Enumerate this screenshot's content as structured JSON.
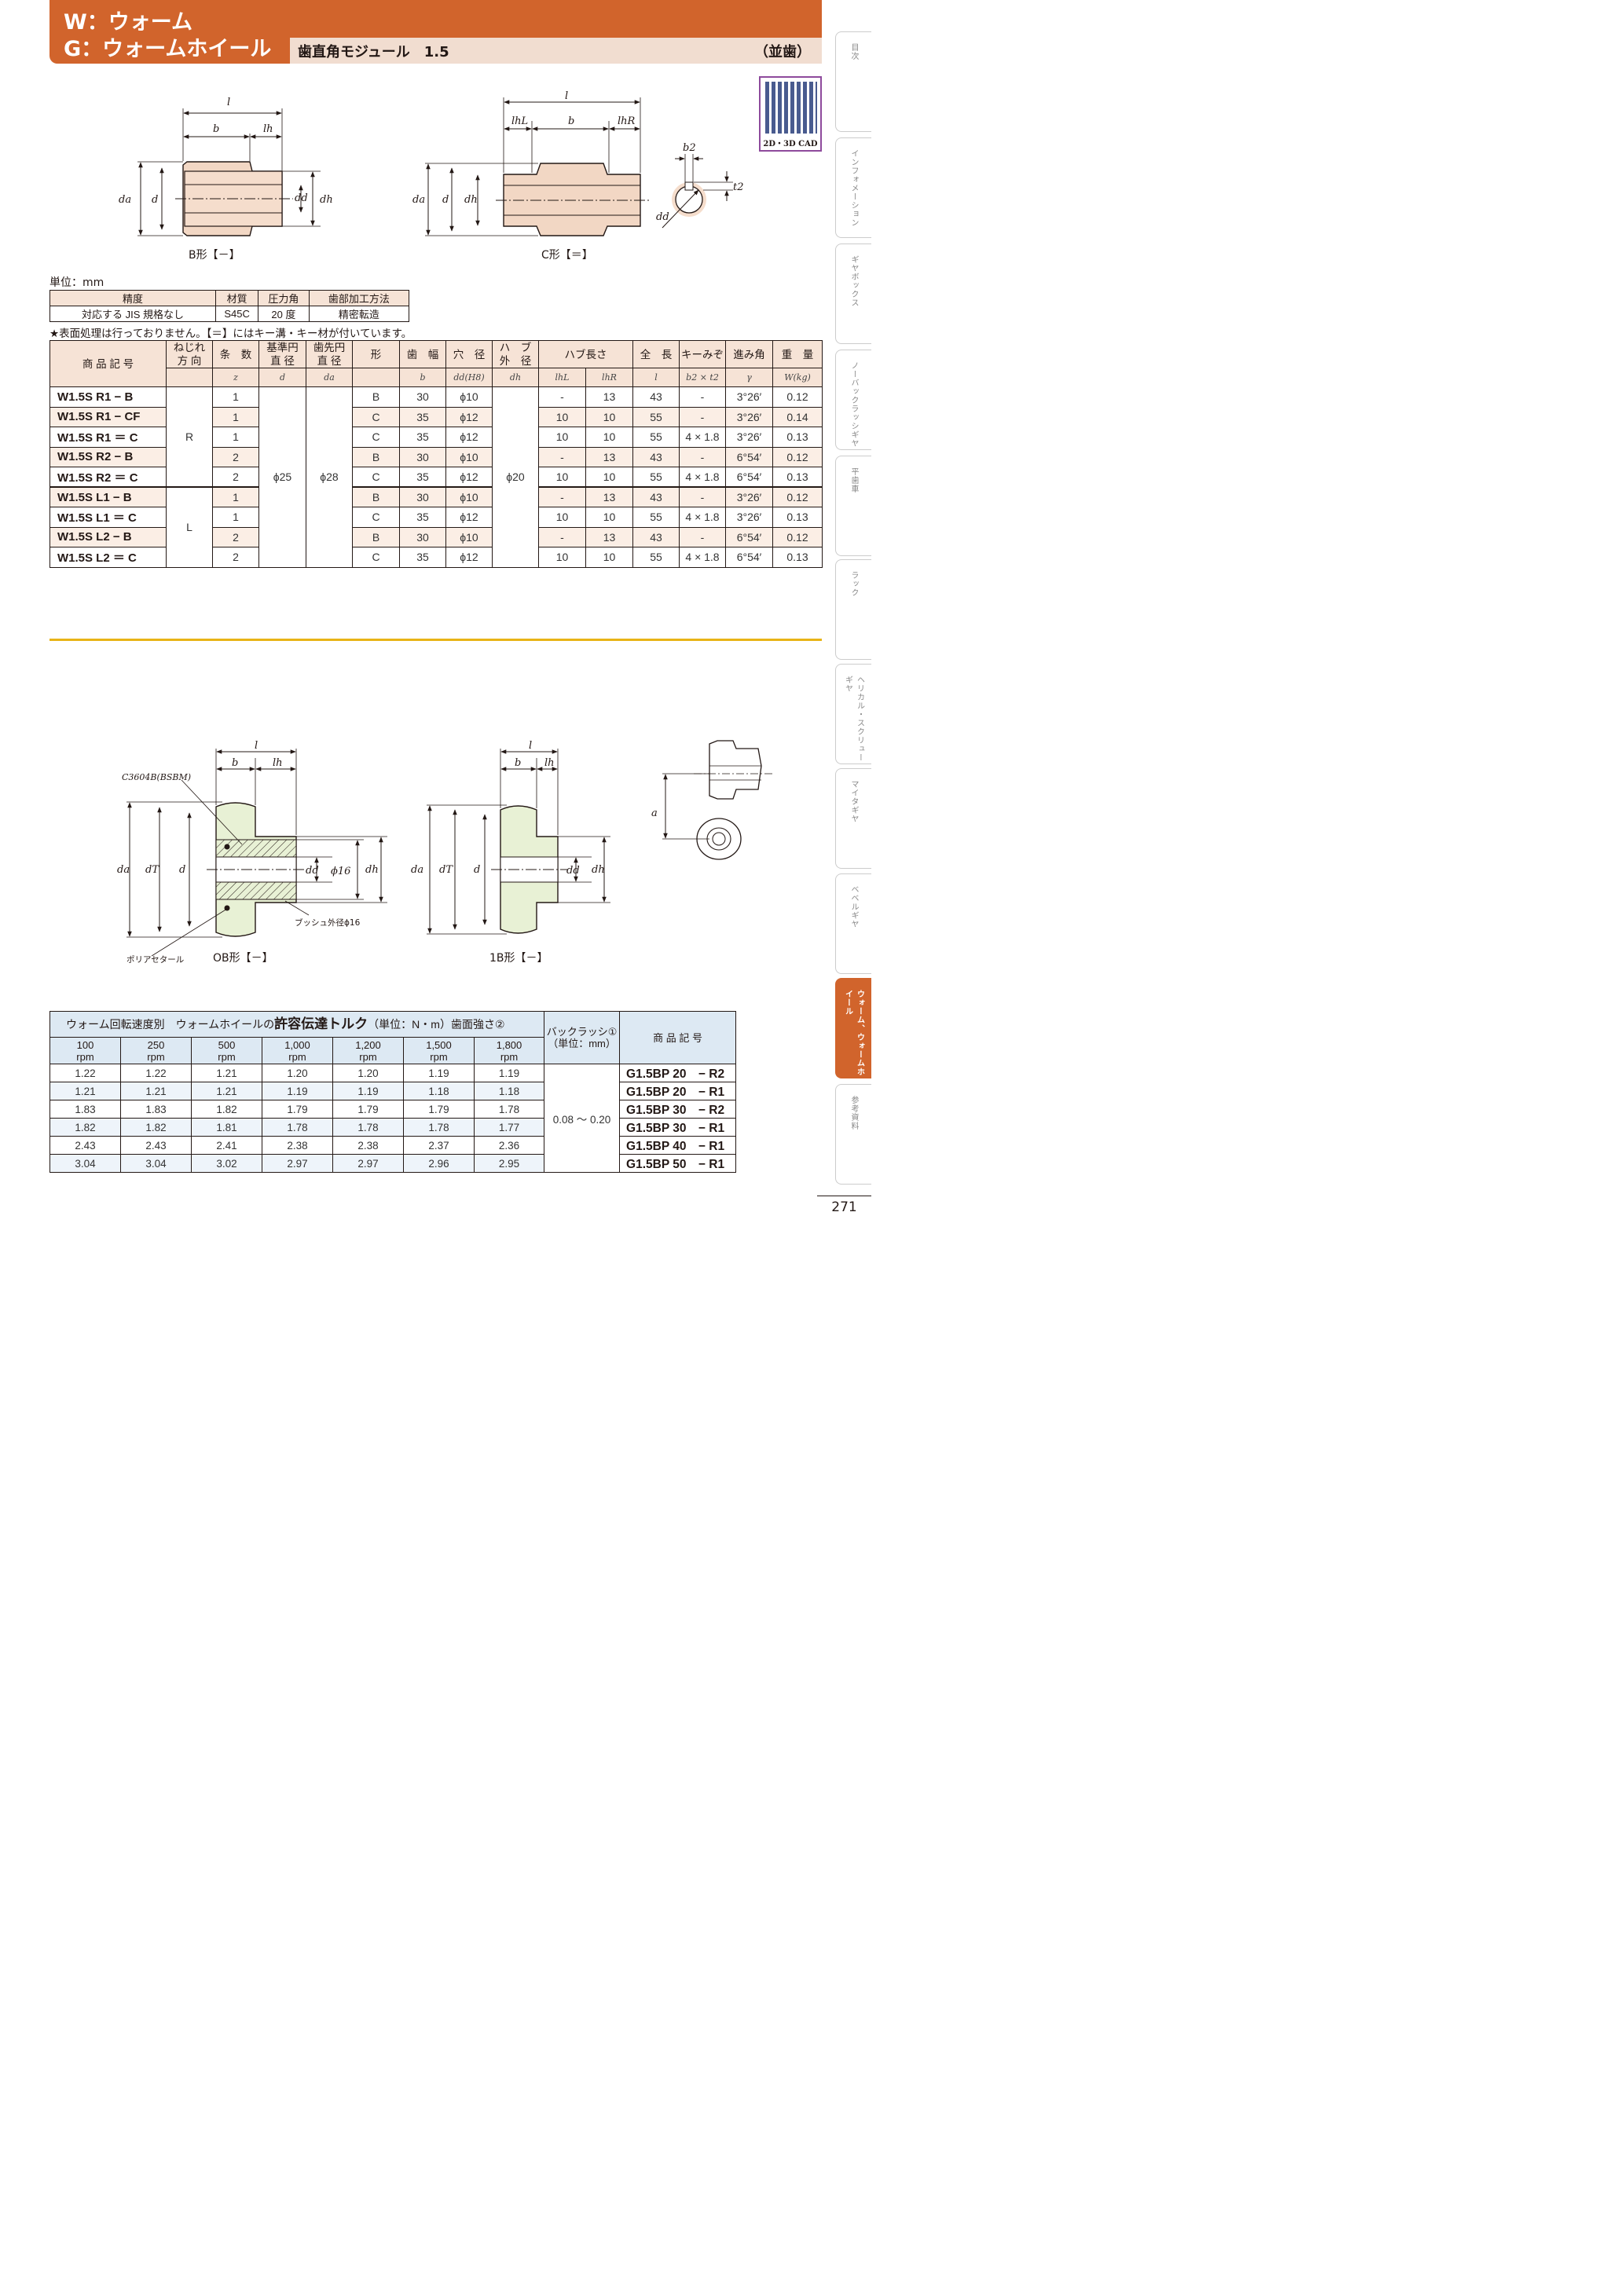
{
  "header": {
    "title_line1": "W：ウォーム",
    "title_line2": "G：ウォームホイール",
    "subtitle": "歯直角モジュール　1.5",
    "tooth_type": "（並歯）"
  },
  "qr": {
    "label": "2D・3D CAD"
  },
  "sidebar": {
    "tabs": [
      "目次",
      "インフォメーション",
      "ギヤボックス",
      "ノーバックラッシギヤ",
      "平歯車",
      "ラック",
      "ヘリカル・スクリューギヤ",
      "マイタギヤ",
      "ベベルギヤ",
      "ウォーム、ウォームホイール",
      "参考資料"
    ]
  },
  "diagrams": {
    "b_form": {
      "caption": "B形【－】",
      "l": "l",
      "b": "b",
      "lh": "lh",
      "da": "da",
      "d": "d",
      "dd": "dd",
      "dh": "dh"
    },
    "c_form": {
      "caption": "C形【＝】",
      "l": "l",
      "lhL": "lhL",
      "b": "b",
      "lhR": "lhR",
      "da": "da",
      "d": "d",
      "dh": "dh",
      "b2": "b2",
      "t2": "t2",
      "dd": "dd"
    },
    "ob_form": {
      "caption": "OB形【－】",
      "l": "l",
      "b": "b",
      "lh": "lh",
      "material": "C3604B(BSBM)",
      "da": "da",
      "dT": "dT",
      "d": "d",
      "dd": "dd",
      "phi16": "ϕ16",
      "dh": "dh",
      "bush_note": "ブッシュ外径ϕ16",
      "body_note": "ポリアセタール"
    },
    "b1_form": {
      "caption": "1B形【－】",
      "l": "l",
      "b": "b",
      "lh": "lh",
      "da": "da",
      "dT": "dT",
      "d": "d",
      "dd": "dd",
      "dh": "dh"
    },
    "center": {
      "a": "a"
    }
  },
  "unit": "単位：mm",
  "spec_table": {
    "headers": [
      "精度",
      "材質",
      "圧力角",
      "歯部加工方法"
    ],
    "values": [
      "対応する JIS 規格なし",
      "S45C",
      "20 度",
      "精密転造"
    ]
  },
  "note": "★表面処理は行っておりません。【＝】にはキー溝・キー材が付いています。",
  "main_table": {
    "headers": {
      "code": "商 品 記 号",
      "twist": "ねじれ\n方 向",
      "starts": "条　数",
      "pitch_d": "基準円\n直 径",
      "tip_d": "歯先円\n直 径",
      "form": "形",
      "face": "歯　幅",
      "bore": "穴　径",
      "hub_d": "ハ　ブ\n外　径",
      "hub_len": "ハブ長さ",
      "total_len": "全　長",
      "keyway": "キーみぞ",
      "lead": "進み角",
      "weight": "重　量"
    },
    "symbols": {
      "starts": "z",
      "pitch_d": "d",
      "tip_d": "da",
      "face": "b",
      "bore": "dd(H8)",
      "hub_d": "dh",
      "lhL": "lhL",
      "lhR": "lhR",
      "total_len": "l",
      "keyway": "b2 × t2",
      "lead": "γ",
      "weight": "W(kg)"
    },
    "twist_R": "R",
    "twist_L": "L",
    "pitch_d": "ϕ25",
    "tip_d": "ϕ28",
    "hub_d": "ϕ20",
    "rows": [
      [
        "W1.5S R1 − B",
        "1",
        "B",
        "30",
        "ϕ10",
        "-",
        "13",
        "43",
        "-",
        "3°26′",
        "0.12"
      ],
      [
        "W1.5S R1 − CF",
        "1",
        "C",
        "35",
        "ϕ12",
        "10",
        "10",
        "55",
        "-",
        "3°26′",
        "0.14"
      ],
      [
        "W1.5S R1 ＝ C",
        "1",
        "C",
        "35",
        "ϕ12",
        "10",
        "10",
        "55",
        "4 × 1.8",
        "3°26′",
        "0.13"
      ],
      [
        "W1.5S R2 − B",
        "2",
        "B",
        "30",
        "ϕ10",
        "-",
        "13",
        "43",
        "-",
        "6°54′",
        "0.12"
      ],
      [
        "W1.5S R2 ＝ C",
        "2",
        "C",
        "35",
        "ϕ12",
        "10",
        "10",
        "55",
        "4 × 1.8",
        "6°54′",
        "0.13"
      ],
      [
        "W1.5S L1 − B",
        "1",
        "B",
        "30",
        "ϕ10",
        "-",
        "13",
        "43",
        "-",
        "3°26′",
        "0.12"
      ],
      [
        "W1.5S L1 ＝ C",
        "1",
        "C",
        "35",
        "ϕ12",
        "10",
        "10",
        "55",
        "4 × 1.8",
        "3°26′",
        "0.13"
      ],
      [
        "W1.5S L2 − B",
        "2",
        "B",
        "30",
        "ϕ10",
        "-",
        "13",
        "43",
        "-",
        "6°54′",
        "0.12"
      ],
      [
        "W1.5S L2 ＝ C",
        "2",
        "C",
        "35",
        "ϕ12",
        "10",
        "10",
        "55",
        "4 × 1.8",
        "6°54′",
        "0.13"
      ]
    ]
  },
  "torque_table": {
    "title_a": "ウォーム回転速度別　ウォームホイールの",
    "title_b": "許容伝達トルク",
    "title_c": "（単位：N・m）歯面強さ②",
    "backlash_header": "バックラッシ①\n（単位：mm）",
    "code_header": "商 品 記 号",
    "rpm": [
      "100\nrpm",
      "250\nrpm",
      "500\nrpm",
      "1,000\nrpm",
      "1,200\nrpm",
      "1,500\nrpm",
      "1,800\nrpm"
    ],
    "backlash": "0.08 〜 0.20",
    "rows": [
      [
        "1.22",
        "1.22",
        "1.21",
        "1.20",
        "1.20",
        "1.19",
        "1.19",
        "G1.5BP 20　− R2"
      ],
      [
        "1.21",
        "1.21",
        "1.21",
        "1.19",
        "1.19",
        "1.18",
        "1.18",
        "G1.5BP 20　− R1"
      ],
      [
        "1.83",
        "1.83",
        "1.82",
        "1.79",
        "1.79",
        "1.79",
        "1.78",
        "G1.5BP 30　− R2"
      ],
      [
        "1.82",
        "1.82",
        "1.81",
        "1.78",
        "1.78",
        "1.78",
        "1.77",
        "G1.5BP 30　− R1"
      ],
      [
        "2.43",
        "2.43",
        "2.41",
        "2.38",
        "2.38",
        "2.37",
        "2.36",
        "G1.5BP 40　− R1"
      ],
      [
        "3.04",
        "3.04",
        "3.02",
        "2.97",
        "2.97",
        "2.96",
        "2.95",
        "G1.5BP 50　− R1"
      ]
    ]
  },
  "page_number": "271"
}
